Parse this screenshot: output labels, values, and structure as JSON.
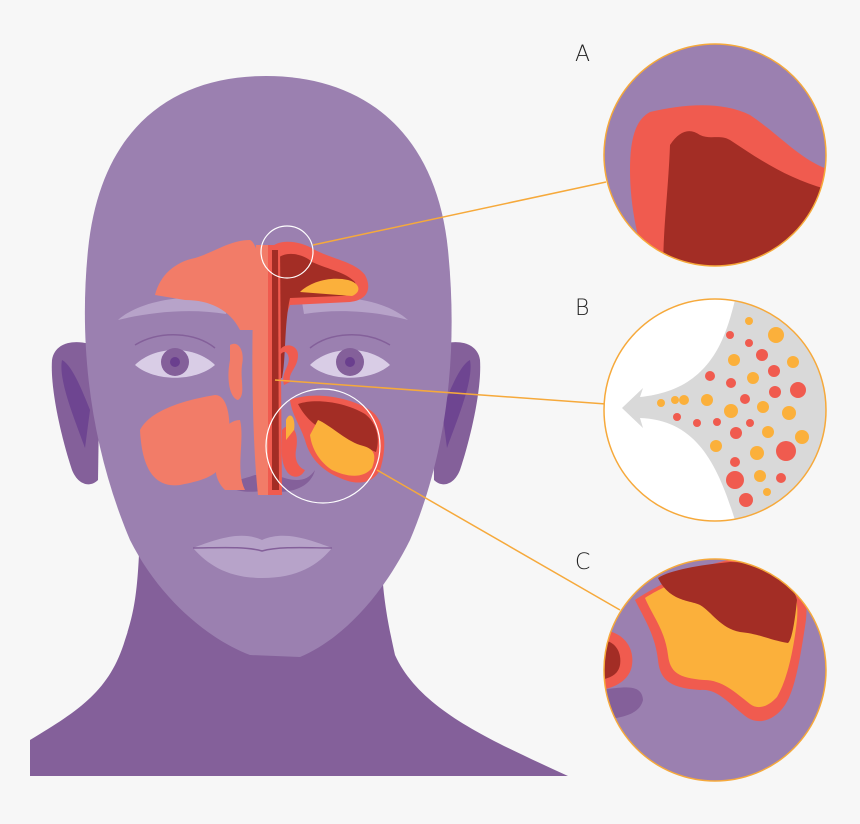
{
  "diagram": {
    "subject": "Sinus anatomy - sinusitis illustration",
    "callouts": [
      {
        "id": "A",
        "label": "A",
        "description": "Frontal sinus - inflamed lining with fluid"
      },
      {
        "id": "B",
        "label": "B",
        "description": "Nasal airflow with particles (arrow pointing out)"
      },
      {
        "id": "C",
        "label": "C",
        "description": "Maxillary sinus - inflamed lining with mucus"
      }
    ],
    "colors": {
      "background": "#f7f7f7",
      "skin": "#9b80b0",
      "neck": "#84609a",
      "ear_inner": "#6e4591",
      "eye_white": "#d9cde6",
      "iris": "#84609a",
      "pupil": "#6a3f8e",
      "lips": "#b7a3c9",
      "brow": "#b7a3c9",
      "sinus_healthy": "#f27c68",
      "sinus_lining": "#f05b4f",
      "sinus_fluid": "#a32d25",
      "mucus": "#fbb03b",
      "leader_line": "#f6a93b",
      "magnifier_outline": "#ffffff",
      "airflow": "#d9d9d9"
    }
  }
}
